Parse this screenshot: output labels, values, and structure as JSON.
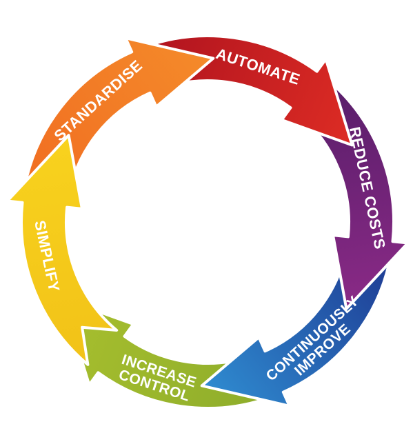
{
  "cycle": {
    "segments": [
      {
        "lines": [
          "SIMPLIFY"
        ],
        "color_start": "#f2c318",
        "color_end": "#f8d21e"
      },
      {
        "lines": [
          "STANDARDISE"
        ],
        "color_start": "#f16f22",
        "color_end": "#f48a2a"
      },
      {
        "lines": [
          "AUTOMATE"
        ],
        "color_start": "#b3151f",
        "color_end": "#dd2c24"
      },
      {
        "lines": [
          "REDUCE COSTS"
        ],
        "color_start": "#5a1e6b",
        "color_end": "#8a2a86"
      },
      {
        "lines": [
          "CONTINUOUSLY",
          "IMPROVE"
        ],
        "color_start": "#1f3f96",
        "color_end": "#2f8bd0"
      },
      {
        "lines": [
          "INCREASE",
          "CONTROL"
        ],
        "color_start": "#8fae2b",
        "color_end": "#a8bf2e"
      }
    ]
  }
}
